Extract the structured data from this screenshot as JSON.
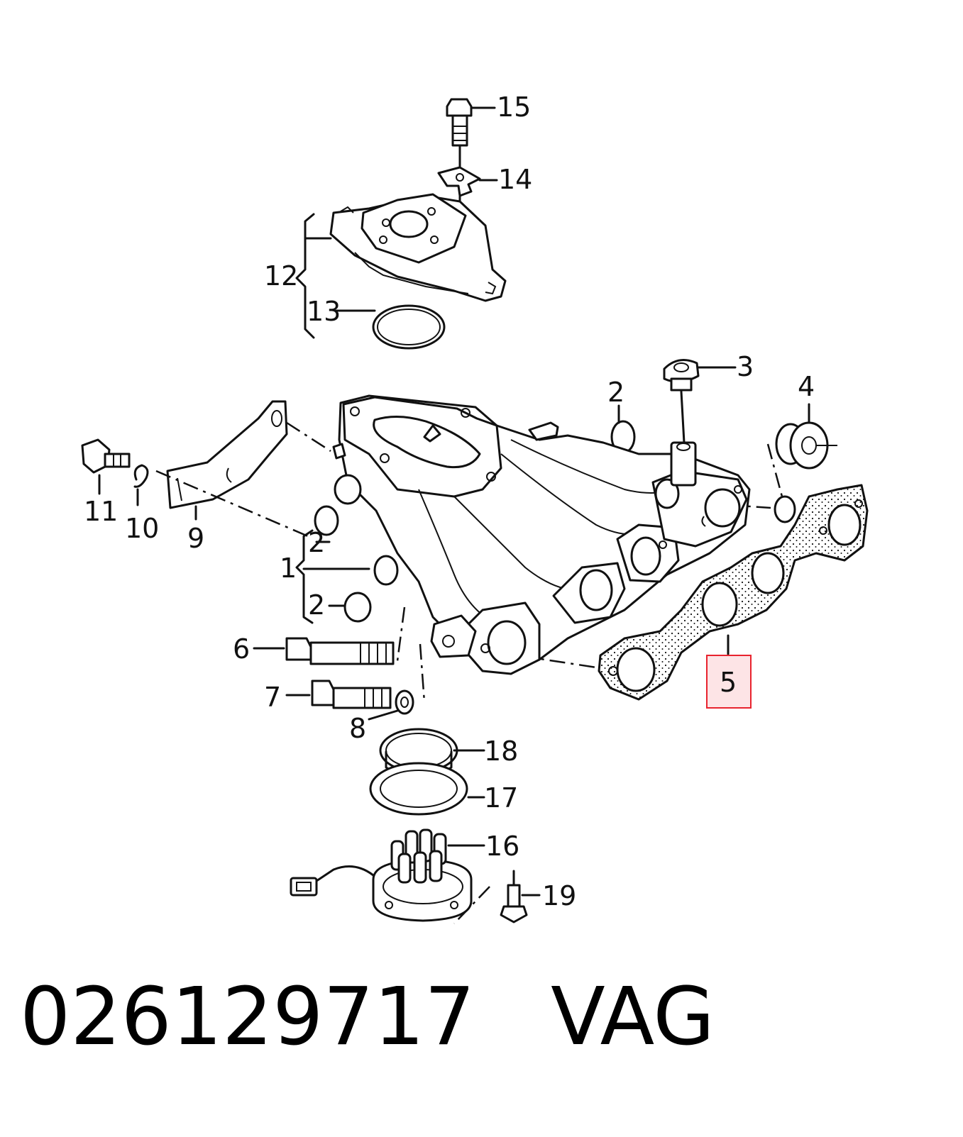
{
  "diagram": {
    "callouts": [
      {
        "id": "15",
        "label": "15"
      },
      {
        "id": "14",
        "label": "14"
      },
      {
        "id": "12",
        "label": "12"
      },
      {
        "id": "13",
        "label": "13"
      },
      {
        "id": "3",
        "label": "3"
      },
      {
        "id": "2a",
        "label": "2"
      },
      {
        "id": "4",
        "label": "4"
      },
      {
        "id": "11",
        "label": "11"
      },
      {
        "id": "10",
        "label": "10"
      },
      {
        "id": "9",
        "label": "9"
      },
      {
        "id": "1",
        "label": "1"
      },
      {
        "id": "2b",
        "label": "2"
      },
      {
        "id": "2c",
        "label": "2"
      },
      {
        "id": "6",
        "label": "6"
      },
      {
        "id": "7",
        "label": "7"
      },
      {
        "id": "8",
        "label": "8"
      },
      {
        "id": "5",
        "label": "5"
      },
      {
        "id": "18",
        "label": "18"
      },
      {
        "id": "17",
        "label": "17"
      },
      {
        "id": "16",
        "label": "16"
      },
      {
        "id": "19",
        "label": "19"
      }
    ],
    "highlighted_callout": "5",
    "highlight_color": "#e8232e"
  },
  "footer": {
    "part_number": "026129717",
    "brand": "VAG"
  }
}
